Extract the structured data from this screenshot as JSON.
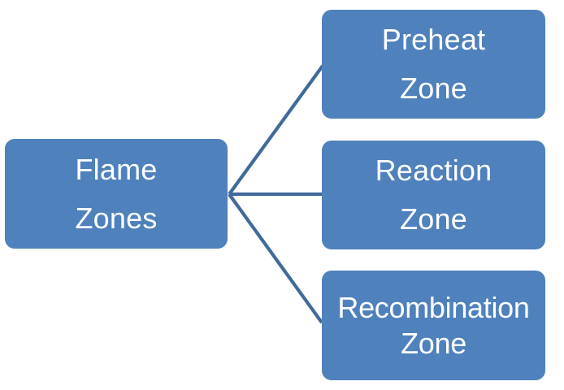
{
  "diagram": {
    "type": "radial-branch",
    "title": "Flame Zones diagram",
    "root": {
      "label": "Flame Zones",
      "line1": "Flame",
      "line2": "Zones"
    },
    "children": [
      {
        "label": "Preheat Zone",
        "line1": "Preheat",
        "line2": "Zone"
      },
      {
        "label": "Reaction Zone",
        "line1": "Reaction",
        "line2": "Zone"
      },
      {
        "label": "Recombination Zone",
        "line1": "Recombination",
        "line2": "Zone"
      }
    ]
  },
  "colors": {
    "node_fill": "#4f81bd",
    "connector": "#41699c",
    "text": "#ffffff",
    "background": "#ffffff"
  }
}
